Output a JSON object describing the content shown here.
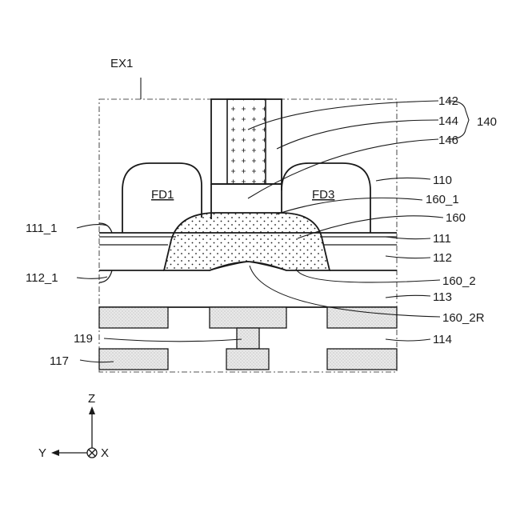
{
  "labels": {
    "ex1": "EX1",
    "l142": "142",
    "l144": "144",
    "l146": "146",
    "l140": "140",
    "l110": "110",
    "fd1": "FD1",
    "fd3": "FD3",
    "l160_1": "160_1",
    "l160": "160",
    "l111_1": "111_1",
    "l111": "111",
    "l112": "112",
    "l112_1": "112_1",
    "l160_2": "160_2",
    "l113": "113",
    "l160_2R": "160_2R",
    "l114": "114",
    "l119": "119",
    "l117": "117"
  },
  "axes": {
    "z": "Z",
    "y": "Y",
    "x": "X"
  }
}
